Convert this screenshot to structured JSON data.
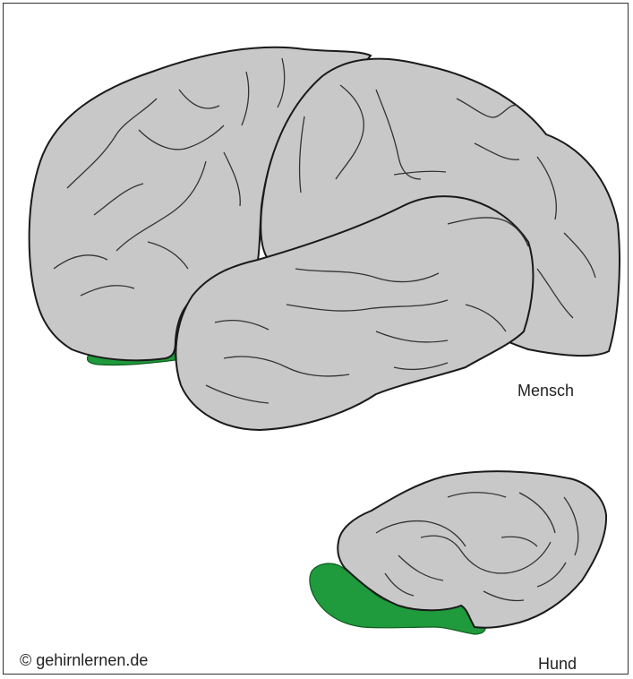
{
  "labels": {
    "human": "Mensch",
    "dog": "Hund"
  },
  "copyright": "© gehirnlernen.de",
  "colors": {
    "brain_fill": "#c8c8c8",
    "outline": "#1a1a1a",
    "olfactory_bulb": "#1f9a3c",
    "background": "#ffffff"
  }
}
